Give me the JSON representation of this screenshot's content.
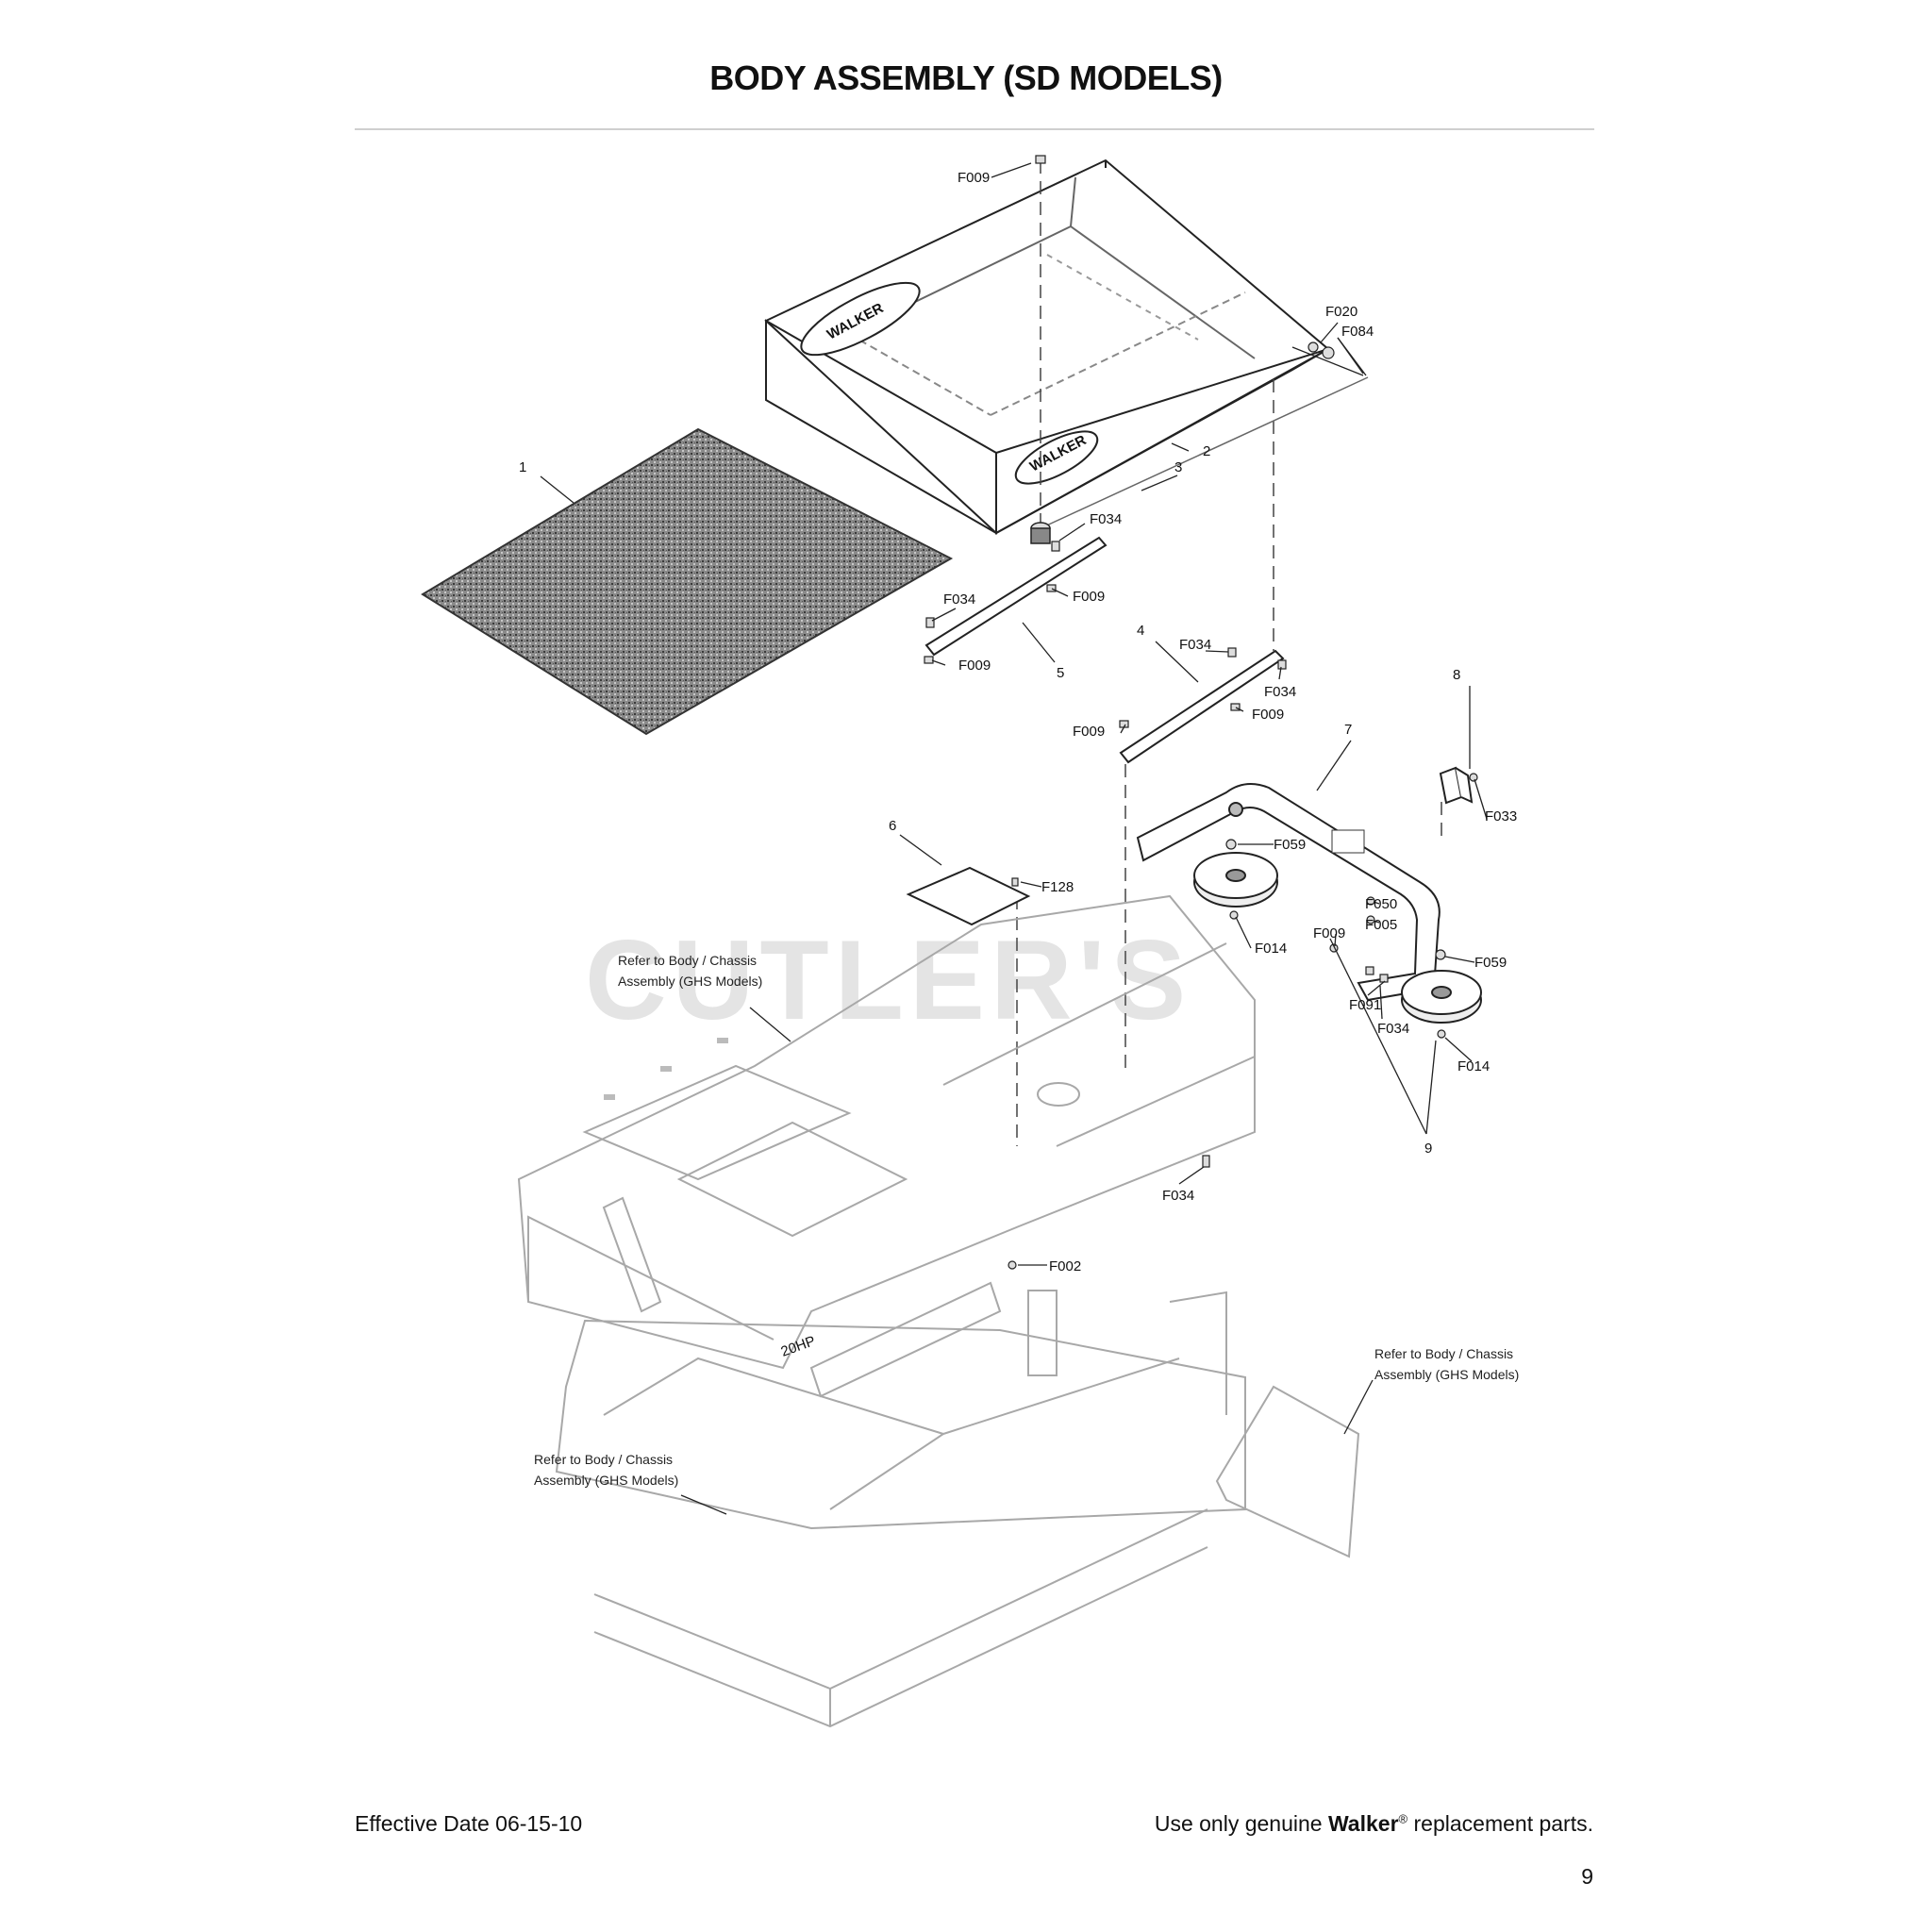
{
  "page": {
    "title": "BODY ASSEMBLY (SD MODELS)",
    "effective_date": "Effective Date 06-15-10",
    "footer_prefix": "Use only genuine",
    "footer_brand": "Walker",
    "footer_reg": "®",
    "footer_suffix": "replacement parts.",
    "page_number": "9"
  },
  "watermark": "CUTLER'S",
  "brand_marks": {
    "bin_logo": "WALKER",
    "engine_badge": "20HP"
  },
  "callouts": {
    "c1": "1",
    "c2": "2",
    "c3": "3",
    "c4": "4",
    "c5": "5",
    "c6": "6",
    "c7": "7",
    "c8": "8",
    "c9": "9",
    "f009_top": "F009",
    "f020": "F020",
    "f084": "F084",
    "f034_a": "F034",
    "f009_a": "F009",
    "f034_b": "F034",
    "f009_b": "F009",
    "f034_c": "F034",
    "f034_d": "F034",
    "f009_c": "F009",
    "f009_d": "F009",
    "f033": "F033",
    "f059_a": "F059",
    "f128": "F128",
    "f050": "F050",
    "f005": "F005",
    "f009_e": "F009",
    "f014_a": "F014",
    "f059_b": "F059",
    "f091": "F091",
    "f034_e": "F034",
    "f014_b": "F014",
    "f034_f": "F034",
    "f002": "F002"
  },
  "notes": {
    "note1_l1": "Refer to Body / Chassis",
    "note1_l2": "Assembly (GHS Models)",
    "note2_l1": "Refer to Body / Chassis",
    "note2_l2": "Assembly (GHS Models)",
    "note3_l1": "Refer to Body / Chassis",
    "note3_l2": "Assembly (GHS Models)"
  }
}
